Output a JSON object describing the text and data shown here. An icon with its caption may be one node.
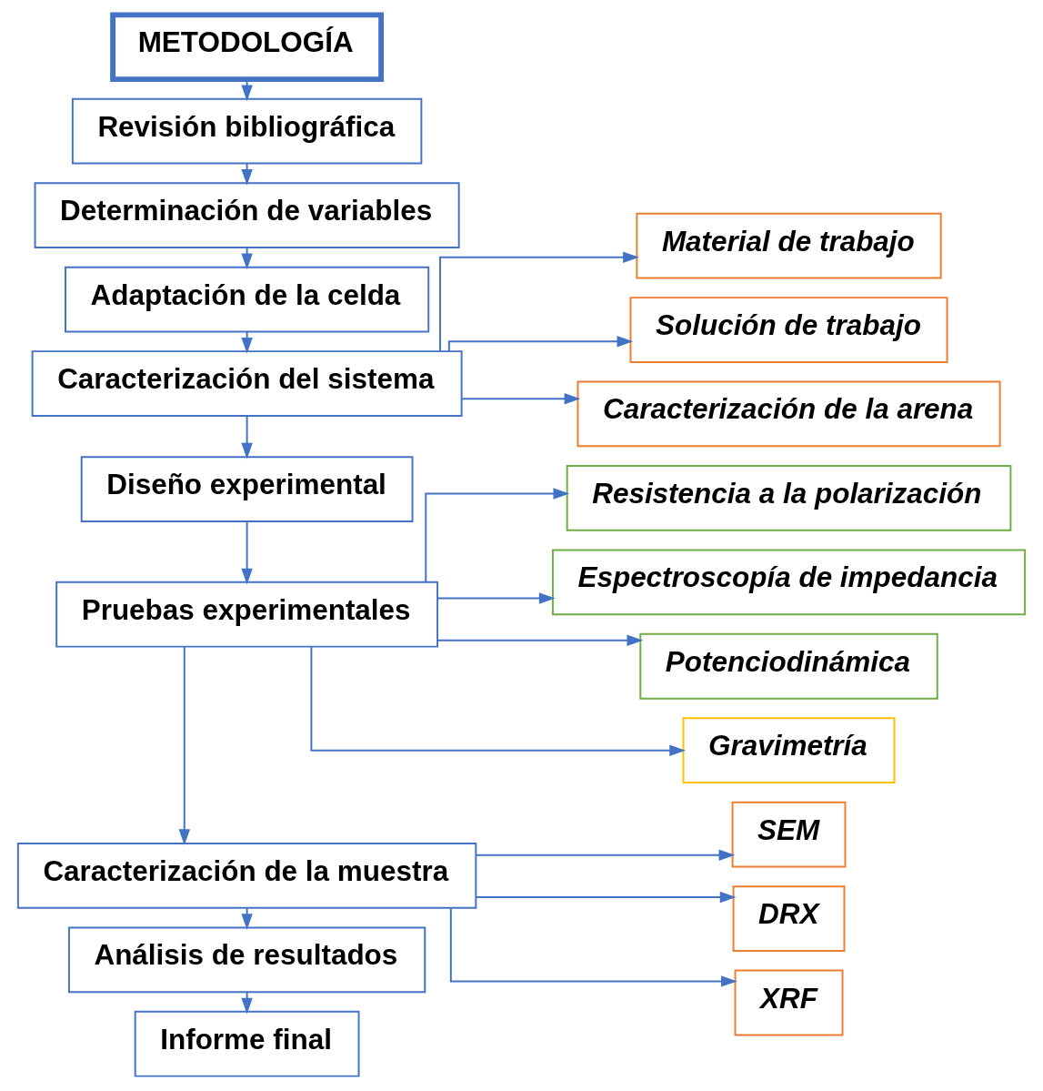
{
  "diagram": {
    "nodes": [
      {
        "text": [
          "METODOLOGÍA"
        ]
      },
      {
        "text": [
          "Revisión bibliográfica"
        ]
      },
      {
        "text": [
          "Determinación de variables"
        ]
      },
      {
        "text": [
          "Adaptación de la celda"
        ]
      },
      {
        "text": [
          "Caracterización del sistema"
        ]
      },
      {
        "text": [
          "Material de trabajo"
        ]
      },
      {
        "text": [
          "Solución de trabajo"
        ]
      },
      {
        "text": [
          "Caracterización de la arena"
        ]
      },
      {
        "text": [
          "Diseño experimental"
        ]
      },
      {
        "text": [
          "Pruebas experimentales"
        ]
      },
      {
        "text": [
          "Resistencia a la polarización"
        ]
      },
      {
        "text": [
          "Espectroscopía de impedancia"
        ]
      },
      {
        "text": [
          "Potenciodinámica"
        ]
      },
      {
        "text": [
          "Gravimetría"
        ]
      },
      {
        "text": [
          "Caracterización de la muestra"
        ]
      },
      {
        "text": [
          "SEM"
        ]
      },
      {
        "text": [
          "DRX"
        ]
      },
      {
        "text": [
          "XRF"
        ]
      },
      {
        "text": [
          "Análisis de resultados"
        ]
      },
      {
        "text": [
          "Informe final"
        ]
      }
    ],
    "edges": [
      {
        "from": 0,
        "to": 1,
        "arrow": "to"
      },
      {
        "from": 1,
        "to": 2,
        "arrow": "to"
      },
      {
        "from": 2,
        "to": 3,
        "arrow": "to"
      },
      {
        "from": 3,
        "to": 4,
        "arrow": "to"
      },
      {
        "from": 4,
        "to": 5,
        "arrow": "to"
      },
      {
        "from": 4,
        "to": 6,
        "arrow": "to"
      },
      {
        "from": 4,
        "to": 7,
        "arrow": "to"
      },
      {
        "from": 4,
        "to": 8,
        "arrow": "to"
      },
      {
        "from": 8,
        "to": 9,
        "arrow": "to"
      },
      {
        "from": 9,
        "to": 10,
        "arrow": "to"
      },
      {
        "from": 9,
        "to": 11,
        "arrow": "to"
      },
      {
        "from": 9,
        "to": 12,
        "arrow": "to"
      },
      {
        "from": 9,
        "to": 13,
        "arrow": "to"
      },
      {
        "from": 9,
        "to": 14,
        "arrow": "to"
      },
      {
        "from": 14,
        "to": 15,
        "arrow": "to"
      },
      {
        "from": 14,
        "to": 16,
        "arrow": "to"
      },
      {
        "from": 14,
        "to": 17,
        "arrow": "to"
      },
      {
        "from": 14,
        "to": 18,
        "arrow": "to"
      },
      {
        "from": 18,
        "to": 19,
        "arrow": "to"
      }
    ]
  }
}
